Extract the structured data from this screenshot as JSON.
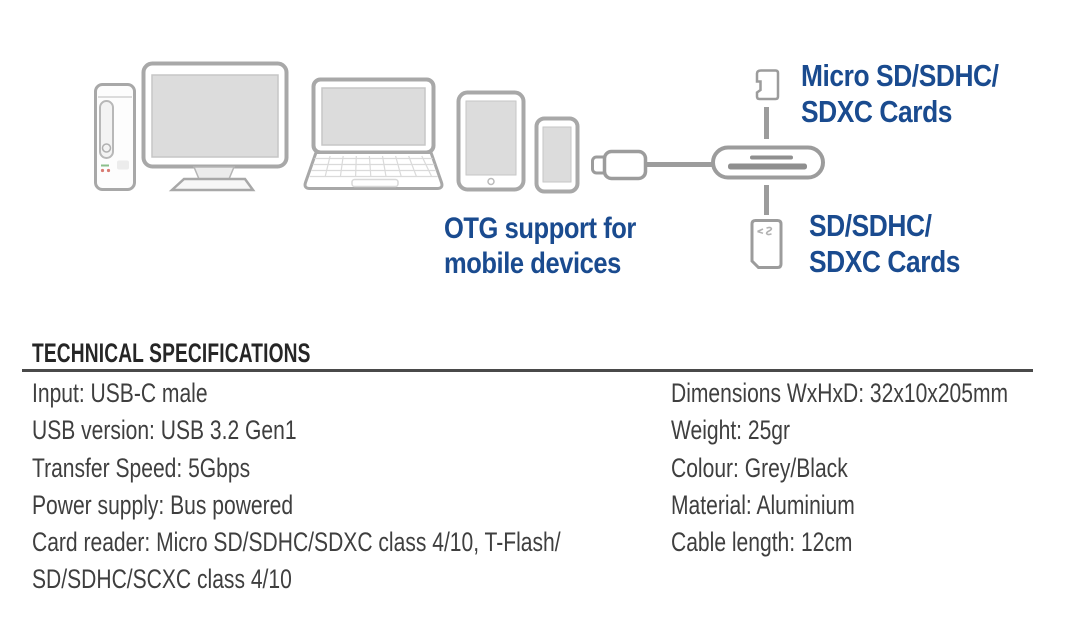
{
  "illustration": {
    "otg_label": {
      "line1": "OTG support for",
      "line2": "mobile devices"
    },
    "micro_sd_label": {
      "line1": "Micro SD/SDHC/",
      "line2": "SDXC Cards"
    },
    "sd_label": {
      "line1": "SD/SDHC/",
      "line2": "SDXC Cards"
    },
    "devices": [
      "desktop-tower",
      "monitor",
      "laptop",
      "tablet",
      "smartphone",
      "usb-c-connector",
      "cable",
      "card-reader",
      "micro-sd-card",
      "sd-card"
    ],
    "colors": {
      "label_blue": "#1a4b8f",
      "device_outline": "#a8a8a8",
      "screen_fill": "#dcdcdc",
      "connector_gray": "#9c9c9c",
      "slot_gray": "#8f8f8f"
    }
  },
  "specifications": {
    "title": "TECHNICAL SPECIFICATIONS",
    "left_column": [
      "Input: USB-C male",
      "USB version: USB 3.2 Gen1",
      "Transfer Speed: 5Gbps",
      "Power supply: Bus powered",
      "Card reader: Micro SD/SDHC/SDXC class 4/10, T-Flash/",
      "SD/SDHC/SCXC class 4/10"
    ],
    "right_column": [
      "Dimensions WxHxD: 32x10x205mm",
      "Weight: 25gr",
      "Colour: Grey/Black",
      "Material: Aluminium",
      "Cable length: 12cm"
    ]
  }
}
